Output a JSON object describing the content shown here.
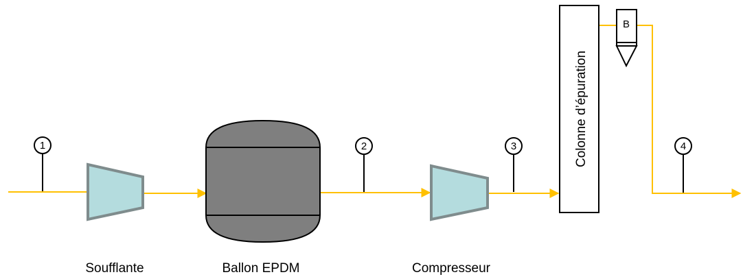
{
  "diagram": {
    "equipment": {
      "blower": {
        "label": "Soufflante"
      },
      "tank": {
        "label": "Ballon EPDM"
      },
      "compressor": {
        "label": "Compresseur"
      },
      "column": {
        "label": "Colonne d’épuration"
      },
      "valve": {
        "label": "B"
      }
    },
    "streams": [
      {
        "id": "1"
      },
      {
        "id": "2"
      },
      {
        "id": "3"
      },
      {
        "id": "4"
      }
    ],
    "colors": {
      "flow_line": "#FFC000",
      "machine_fill": "#B4DCDE",
      "machine_stroke": "#7F8C8D",
      "tank_fill": "#7F7F7F",
      "outline": "#000000"
    }
  }
}
